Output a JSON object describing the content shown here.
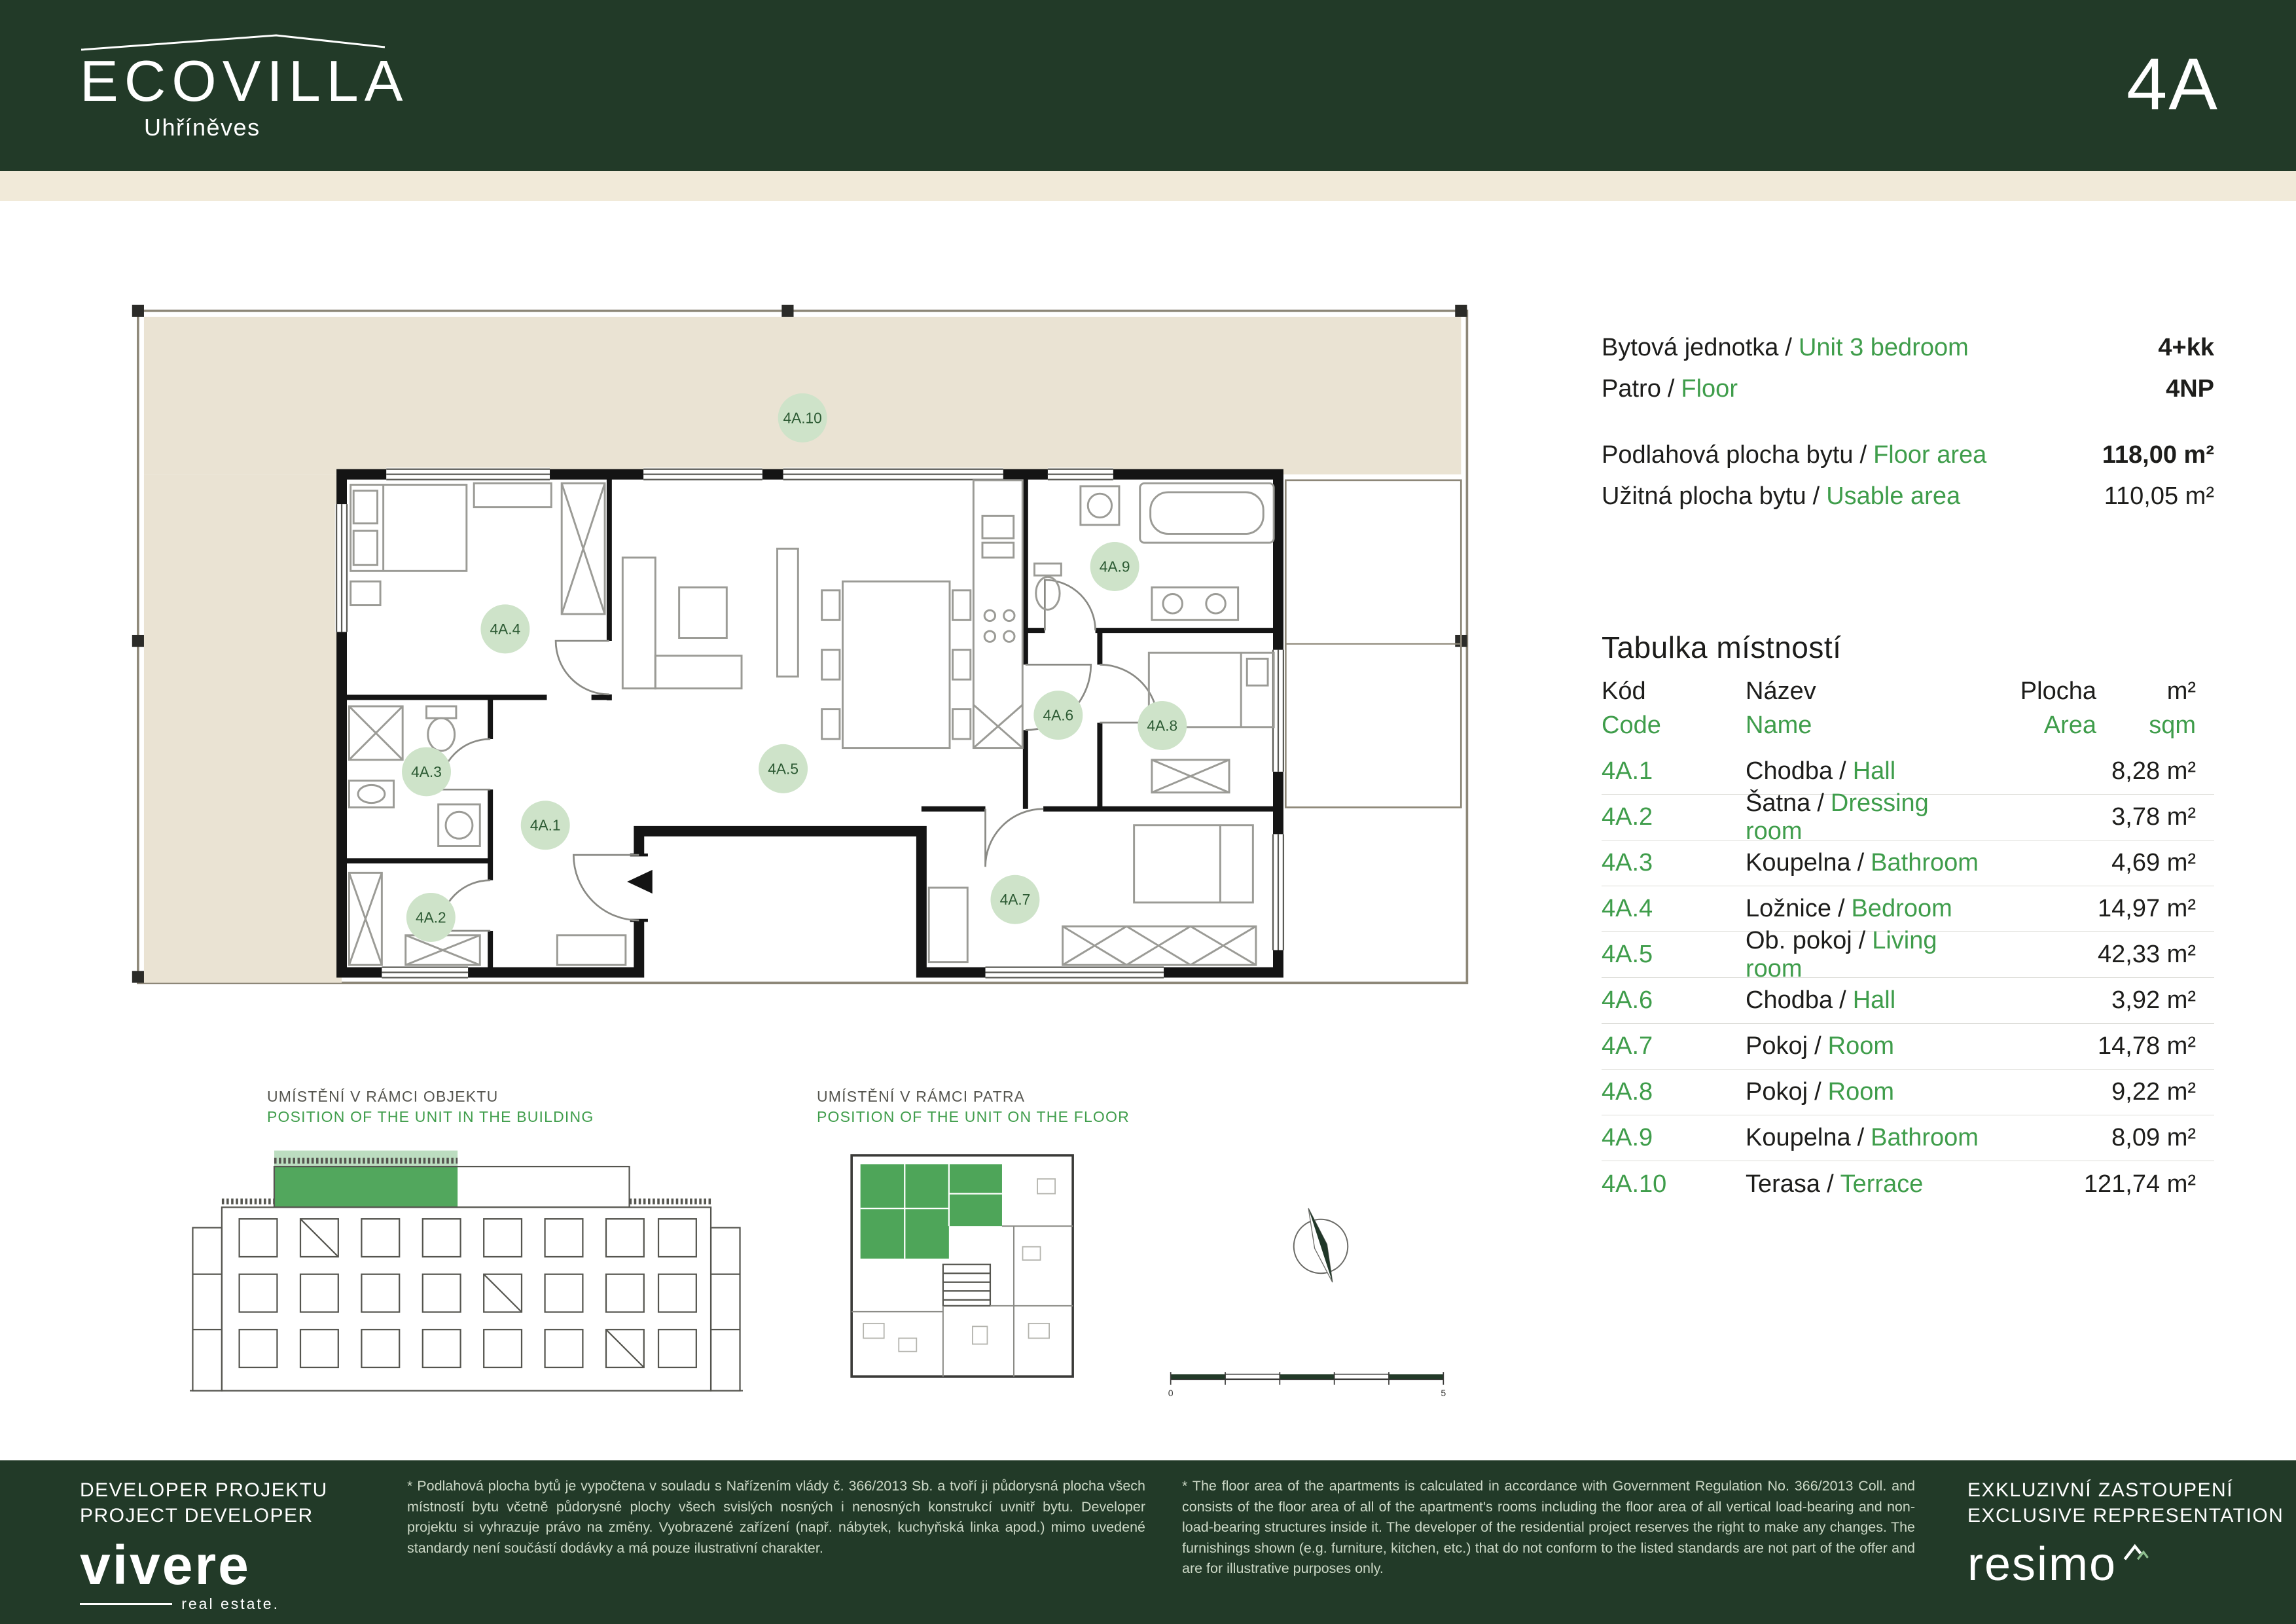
{
  "colors": {
    "dark_green": "#223a28",
    "accent_green": "#3f9d4b",
    "cream": "#f1ead9",
    "terrace_beige": "#eae3d3",
    "room_label_circle": "#cee3c9"
  },
  "header": {
    "brand_name": "ECOVILLA",
    "brand_city": "Uhříněves",
    "unit_code": "4A"
  },
  "info": {
    "separator": "/",
    "rows": [
      {
        "label_cs": "Bytová jednotka",
        "label_en": "Unit 3 bedroom",
        "value": "4+kk"
      },
      {
        "label_cs": "Patro",
        "label_en": "Floor",
        "value": "4NP"
      },
      {
        "label_cs": "Podlahová plocha bytu",
        "label_en": "Floor area",
        "value": "118,00 m²"
      },
      {
        "label_cs": "Užitná plocha bytu",
        "label_en": "Usable area",
        "value": "110,05 m²"
      }
    ]
  },
  "room_table": {
    "title": "Tabulka místností",
    "header": {
      "code_cs": "Kód",
      "code_en": "Code",
      "name_cs": "Název",
      "name_en": "Name",
      "area_cs": "Plocha",
      "area_en": "Area",
      "unit_cs": "m²",
      "unit_en": "sqm"
    },
    "rows": [
      {
        "code": "4A.1",
        "name_cs": "Chodba",
        "name_en": "Hall",
        "area": "8,28 m²"
      },
      {
        "code": "4A.2",
        "name_cs": "Šatna",
        "name_en": "Dressing room",
        "area": "3,78 m²"
      },
      {
        "code": "4A.3",
        "name_cs": "Koupelna",
        "name_en": "Bathroom",
        "area": "4,69 m²"
      },
      {
        "code": "4A.4",
        "name_cs": "Ložnice",
        "name_en": "Bedroom",
        "area": "14,97 m²"
      },
      {
        "code": "4A.5",
        "name_cs": "Ob. pokoj",
        "name_en": "Living room",
        "area": "42,33 m²"
      },
      {
        "code": "4A.6",
        "name_cs": "Chodba",
        "name_en": "Hall",
        "area": "3,92 m²"
      },
      {
        "code": "4A.7",
        "name_cs": "Pokoj",
        "name_en": "Room",
        "area": "14,78 m²"
      },
      {
        "code": "4A.8",
        "name_cs": "Pokoj",
        "name_en": "Room",
        "area": "9,22 m²"
      },
      {
        "code": "4A.9",
        "name_cs": "Koupelna",
        "name_en": "Bathroom",
        "area": "8,09 m²"
      },
      {
        "code": "4A.10",
        "name_cs": "Terasa",
        "name_en": "Terrace",
        "area": "121,74 m²"
      }
    ]
  },
  "floor_plan": {
    "labels": [
      "4A.1",
      "4A.2",
      "4A.3",
      "4A.4",
      "4A.5",
      "4A.6",
      "4A.7",
      "4A.8",
      "4A.9",
      "4A.10"
    ]
  },
  "diagrams": {
    "building_title_cs": "UMÍSTĚNÍ V RÁMCI OBJEKTU",
    "building_title_en": "POSITION OF THE UNIT IN THE BUILDING",
    "floor_title_cs": "UMÍSTĚNÍ V RÁMCI PATRA",
    "floor_title_en": "POSITION OF THE UNIT ON THE FLOOR",
    "scale_start": "0",
    "scale_end": "5"
  },
  "footer": {
    "developer_label_cs": "DEVELOPER PROJEKTU",
    "developer_label_en": "PROJECT DEVELOPER",
    "developer_logo": "vivere",
    "developer_logo_sub": "real estate.",
    "disclaimer_cs": "* Podlahová plocha bytů je vypočtena v souladu s Nařízením vlády č. 366/2013 Sb. a tvoří ji půdorysná plocha všech místností bytu včetně půdorysné plochy všech svislých nosných i nenosných konstrukcí uvnitř bytu. Developer projektu si vyhrazuje právo na změny. Vyobrazené zařízení (např. nábytek, kuchyňská linka apod.) mimo uvedené standardy není součástí dodávky a má pouze ilustrativní charakter.",
    "disclaimer_en": "* The floor area of the apartments is calculated in accordance with Government Regulation No. 366/2013 Coll. and consists of the floor area of all of the apartment's rooms including the floor area of all vertical load-bearing and non-load-bearing structures inside it. The developer of the residential project reserves the right to make any changes. The furnishings shown (e.g. furniture, kitchen, etc.) that do not conform to the listed standards are not part of the offer and are for illustrative purposes only.",
    "representation_label_cs": "EXKLUZIVNÍ ZASTOUPENÍ",
    "representation_label_en": "EXCLUSIVE REPRESENTATION",
    "representation_logo": "resimo"
  }
}
